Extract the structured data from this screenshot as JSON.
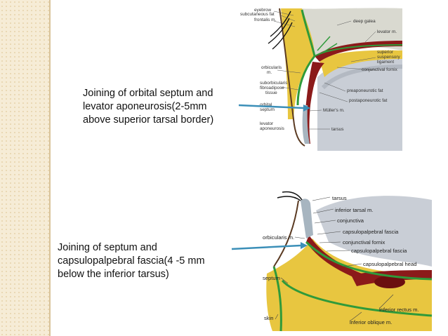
{
  "captions": {
    "top": "Joining of orbital septum and\nlevator aponeurosis(2-5mm\nabove superior tarsal border)",
    "bottom": "Joining of septum and\ncapsulopalpebral fascia(4 -5 mm\nbelow the inferior tarsus)"
  },
  "upper_diagram": {
    "labels": [
      "eyebrow",
      "subcutaneous fat",
      "frontalis m.",
      "deep galea",
      "levator m.",
      "superior suspensory ligament",
      "conjunctival fornix",
      "orbicularis m.",
      "suborbicularis fibroadipose tissue",
      "preaponeurotic fat",
      "postaponeurotic fat",
      "orbital septum",
      "Müller's m.",
      "levator aponeurosis",
      "tarsus"
    ]
  },
  "lower_diagram": {
    "labels": [
      "tarsus",
      "inferior tarsal m.",
      "conjunctiva",
      "capsulopalpebral fascia",
      "orbicularis m.",
      "conjunctival fornix",
      "capsulopalpebral fascia",
      "capsulopalpebral head",
      "septum",
      "inferior rectus m.",
      "skin",
      "inferior oblique m."
    ]
  },
  "colors": {
    "arrow": "#3b8fb8",
    "background_band": "#f6ecd6",
    "fat": "#e8c640",
    "septum": "#2f9a3a",
    "muscle": "#8b1a1a",
    "globe": "#c9ced6"
  }
}
